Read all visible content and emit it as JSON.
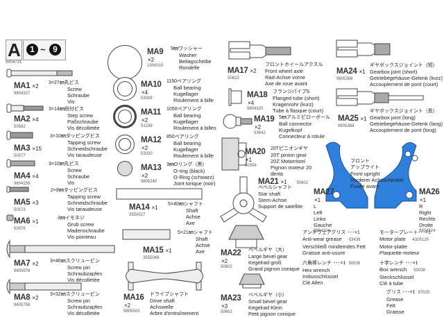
{
  "header": {
    "letter": "A",
    "range_start": "1",
    "range_sep": "~",
    "range_end": "9",
    "code": "9404731"
  },
  "colors": {
    "accent_blue": "#2f7fdc",
    "line": "#444444"
  },
  "parts": [
    {
      "id": "MA1",
      "qty": "×2",
      "code": "9804327",
      "jp": "3×27㎜丸ビス",
      "tr": [
        "Screw",
        "Schraube",
        "Vis"
      ]
    },
    {
      "id": "MA2",
      "qty": "×4",
      "code": "50582",
      "jp": "3×14㎜段付ビス",
      "tr": [
        "Step screw",
        "Paßschraube",
        "Vis décolletée"
      ]
    },
    {
      "id": "MA3",
      "qty": "×15",
      "code": "50577",
      "jp": "3×10㎜タッピングビス",
      "tr": [
        "Tapping screw",
        "Schneidschraube",
        "Vis taraudeuse"
      ]
    },
    {
      "id": "MA4",
      "qty": "×4",
      "code": "9804159",
      "jp": "3×10㎜丸ビス",
      "tr": [
        "Screw",
        "Schraube",
        "Vis"
      ]
    },
    {
      "id": "MA5",
      "qty": "×3",
      "code": "50573",
      "jp": "2×8㎜タッピングビス",
      "tr": [
        "Tapping screw",
        "Schneidschraube",
        "Vis taraudeuse"
      ]
    },
    {
      "id": "MA6",
      "qty": "×1",
      "code": "50576",
      "jp": "3㎜イモネジ",
      "tr": [
        "Grub screw",
        "Madenschraube",
        "Vis pointeau"
      ]
    },
    {
      "id": "MA7",
      "qty": "×2",
      "code": "9805976",
      "jp": "3×46㎜スクリューピン",
      "tr": [
        "Screw pin",
        "Schraubzapfen",
        "Vis décolletée"
      ]
    },
    {
      "id": "MA8",
      "qty": "×2",
      "code": "9805756",
      "jp": "3×32㎜スクリューピン",
      "tr": [
        "Screw pin",
        "Schraubzapfen",
        "Vis décolletée"
      ]
    },
    {
      "id": "MA9",
      "qty": "×2",
      "code": "2300010",
      "jp": "9㎜ワッシャー",
      "tr": [
        "Washer",
        "Beilagscheibe",
        "Rondelle"
      ]
    },
    {
      "id": "MA10",
      "qty": "×4",
      "code": "53008",
      "jp": "1150ベアリング",
      "tr": [
        "Ball bearing",
        "Kugellager",
        "Roulement à bille"
      ]
    },
    {
      "id": "MA11",
      "qty": "×2",
      "code": "51239",
      "jp": "1050ベアリング",
      "tr": [
        "Ball bearing",
        "Kugellager",
        "Roulement à billes"
      ]
    },
    {
      "id": "MA12",
      "qty": "×2",
      "code": "53030",
      "jp": "850ベアリング",
      "tr": [
        "Ball bearing",
        "Kugellager",
        "Roulement à bille"
      ]
    },
    {
      "id": "MA13",
      "qty": "×2",
      "code": "9805240",
      "jp": "3㎜Oリング（黒）",
      "tr": [
        "O-ring (black)",
        "O-Ring (schwarz)",
        "Joint torique (noir)"
      ]
    },
    {
      "id": "MA14",
      "qty": "×1",
      "code": "3550027",
      "jp": "5×40㎜シャフト",
      "tr": [
        "Shaft",
        "Achse",
        "Axe"
      ]
    },
    {
      "id": "MA15",
      "qty": "×1",
      "code": "3555048",
      "jp": "5×21㎜シャフト",
      "tr": [
        "Shaft",
        "Achse",
        "Axe"
      ]
    },
    {
      "id": "MA16",
      "qty": "×2",
      "code": "9805503",
      "jp": "ドライブシャフト",
      "tr": [
        "Drive shaft",
        "Achswelle",
        "Arbre d'entraînement"
      ]
    },
    {
      "id": "MA17",
      "qty": "×2",
      "code": "50823",
      "jp": "フロントホイールアクスル",
      "tr": [
        "Front wheel axle",
        "Rad-Achse vorne",
        "Axe de roue avant"
      ]
    },
    {
      "id": "MA18",
      "qty": "×4",
      "code": "9804320",
      "jp": "フランジパイプS",
      "tr": [
        "Flanged tube (short)",
        "Kragenrohr (kurz)",
        "Tube à flasque (court)"
      ]
    },
    {
      "id": "MA19",
      "qty": "×2",
      "code": "53642",
      "jp": "5㎜アルミピローボール",
      "tr": [
        "Ball connector",
        "Kugelkopf",
        "Connecteur à rotule"
      ]
    },
    {
      "id": "MA20",
      "qty": "×1",
      "code": "50356",
      "jp": "20Tピニオンギヤ",
      "tr": [
        "20T pinion gear",
        "20Z Motorritzel",
        "Pignon moteur 20",
        "dents"
      ]
    },
    {
      "id": "MA21",
      "qty": "×1",
      "code": "50602",
      "jp": "ベベルシャフト",
      "tr": [
        "Star shaft",
        "Stern-Achse",
        "Support de satellite"
      ]
    },
    {
      "id": "MA22",
      "qty": "×2",
      "code": "50602",
      "jp": "ベベルギヤ（大）",
      "tr": [
        "Large bevel gear",
        "Kegelrad groß",
        "Grand pignon conique"
      ]
    },
    {
      "id": "MA23",
      "qty": "×3",
      "code": "50602",
      "jp": "ベベルギヤ（小）",
      "tr": [
        "Small bevel gear",
        "Kegelrad Klein",
        "Petit pignon conique"
      ]
    },
    {
      "id": "MA24",
      "qty": "×1",
      "code": "9805368",
      "jp": "ギヤボックスジョイント（短）",
      "tr": [
        "Gearbox joint (short)",
        "Getriebegehäuse-Gelenk (kurz)",
        "Accouplement de pont (court)"
      ]
    },
    {
      "id": "MA25",
      "qty": "×1",
      "code": "9805368",
      "jp": "ギヤボックスジョイント（長）",
      "tr": [
        "Gearbox joint (long)",
        "Getriebegehäuse-Gelenk (lang)",
        "Accouplement de pont (long)"
      ]
    },
    {
      "id": "MA27",
      "qty": "×1",
      "code": "9804324",
      "jp": "L",
      "tr": [
        "Left",
        "Links",
        "Gauche"
      ]
    },
    {
      "id": "MA26",
      "qty": "×1",
      "code": "9804324",
      "jp": "R",
      "tr": [
        "Right",
        "Rechts",
        "Droite"
      ]
    }
  ],
  "upright_label": [
    "フロント",
    "アップライト",
    "Front upright",
    "Vorderer Achsschenkel",
    "Fusée avant"
  ],
  "accessories": [
    {
      "jp": "アンチウェアグリス ･･･×1",
      "code": "53439",
      "tr": [
        "Anti-wear grease",
        "Verschleiß mindemdes Fett",
        "Graisse anti-usure"
      ]
    },
    {
      "jp": "モータープレート･･･×1",
      "code": "4305125",
      "tr": [
        "Motor plate",
        "Motor-platte",
        "Plaquette-moteur"
      ]
    },
    {
      "jp": "六角棒レンチ ･･･×1",
      "code": "50038",
      "tr": [
        "Hex wrench",
        "Imbusschlüssel",
        "Clé Allen"
      ]
    },
    {
      "jp": "十字レンチ ･･･×1",
      "code": "50038",
      "tr": [
        "Box wrench",
        "Steckschlüssel",
        "Clé à tube"
      ]
    },
    {
      "jp": "グリス ･･･×1",
      "code": "87025",
      "tr": [
        "Grease",
        "Fett",
        "Graisse"
      ]
    }
  ]
}
